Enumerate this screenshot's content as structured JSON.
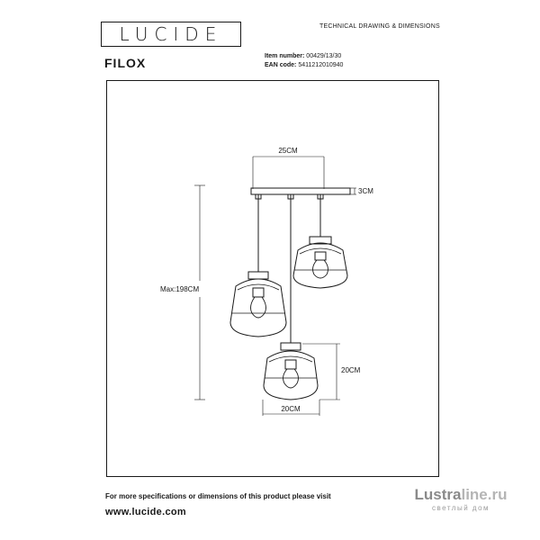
{
  "header": {
    "brand": "LUCIDE",
    "doc_type": "TECHNICAL DRAWING & DIMENSIONS",
    "product_name": "FILOX",
    "item_label": "Item number:",
    "item_value": "00429/13/30",
    "ean_label": "EAN code:",
    "ean_value": "5411212010940"
  },
  "drawing": {
    "dim_width_canopy": "25CM",
    "dim_canopy_height": "3CM",
    "dim_max_height": "Max:198CM",
    "dim_shade_height": "20CM",
    "dim_shade_width": "20CM",
    "line_color": "#1a1a1a"
  },
  "footer": {
    "note": "For more specifications or dimensions of this product please visit",
    "url": "www.lucide.com"
  },
  "watermark": {
    "brand_part1": "Lustra",
    "brand_part2": "line.ru",
    "sub": "светлый дом"
  }
}
